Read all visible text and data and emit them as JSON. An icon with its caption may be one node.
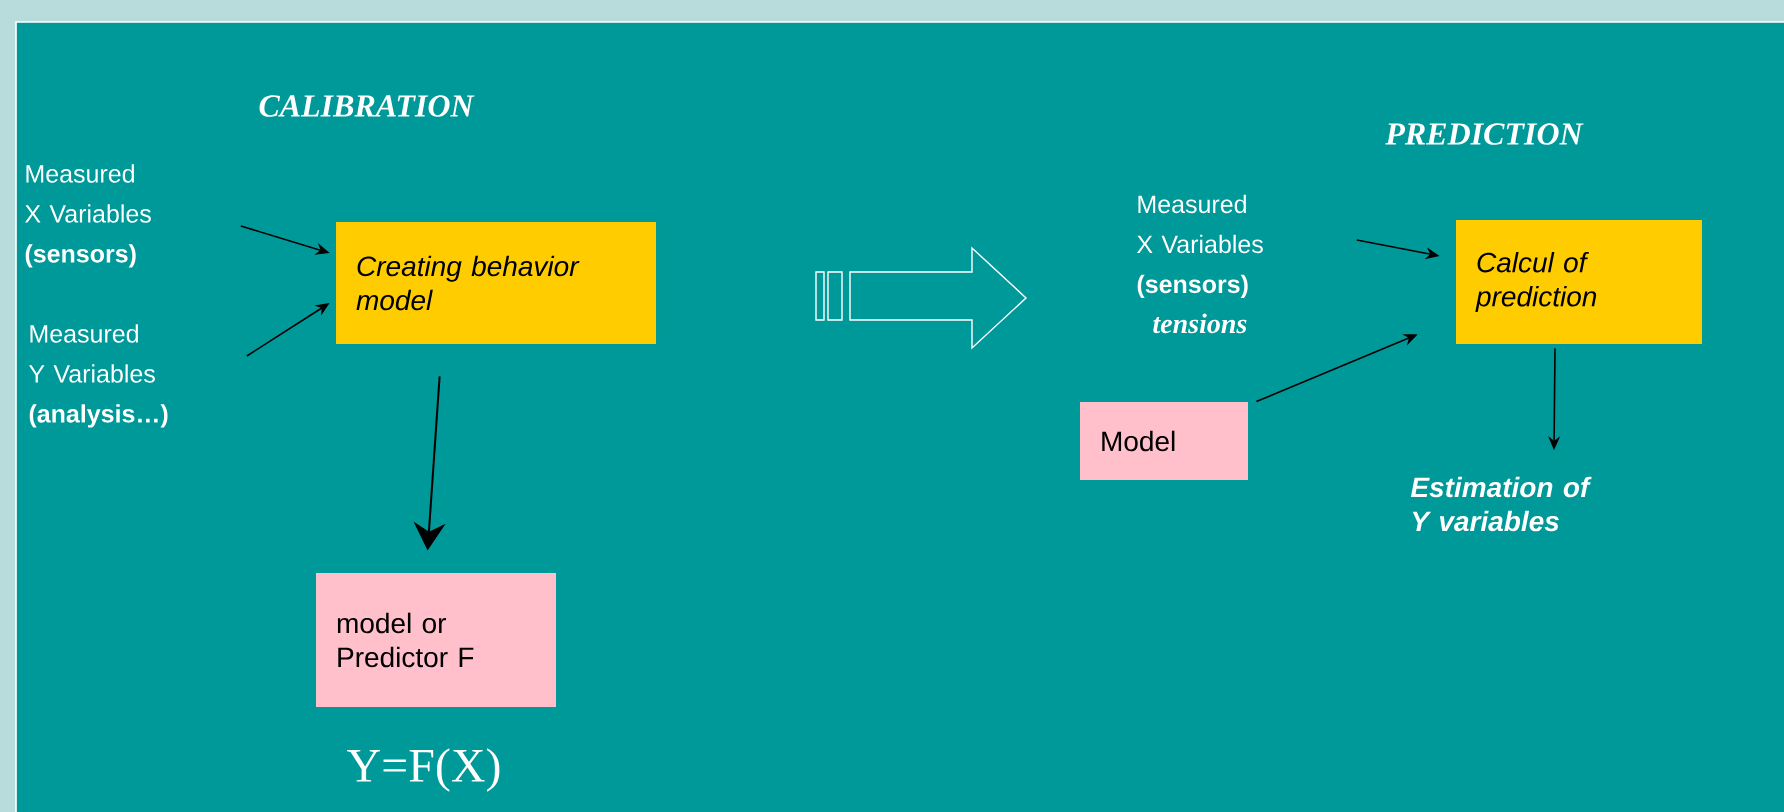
{
  "diagram": {
    "nodes": [
      {
        "text": [
          "Measured X Variables **(sensors)**"
        ]
      },
      {
        "text": [
          "Measured Y Variables **(analysis…)**"
        ]
      },
      {
        "text": [
          "Creating behavior model"
        ]
      },
      {
        "text": [
          "model or Predictor F"
        ]
      },
      {
        "text": [
          "Measured X Variables **(sensors)**",
          "tensions"
        ]
      },
      {
        "text": [
          "Model"
        ]
      },
      {
        "text": [
          "Calcul of prediction"
        ]
      },
      {
        "text": [
          "Estimation of Y variables"
        ]
      }
    ],
    "edges": [
      {
        "from": 0,
        "to": 2,
        "arrow": "to"
      },
      {
        "from": 1,
        "to": 2,
        "arrow": "to"
      },
      {
        "from": 2,
        "to": 3,
        "arrow": "to"
      },
      {
        "from": 4,
        "to": 6,
        "arrow": "to"
      },
      {
        "from": 5,
        "to": 6,
        "arrow": "to"
      },
      {
        "from": 6,
        "to": 7,
        "arrow": "to"
      }
    ],
    "labels": [
      "CALIBRATION",
      "PREDICTION",
      "Y=F(X)"
    ]
  }
}
